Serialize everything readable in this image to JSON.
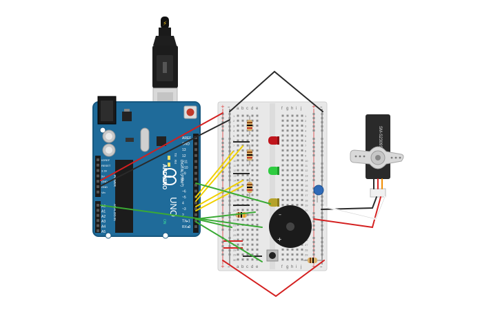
{
  "arduino": {
    "logo": "ARDUINO",
    "model": "UNO",
    "digital_label": "DIGITAL (PWM~)",
    "power_label": "POWER",
    "analog_label": "ANALOG IN",
    "on_label": "ON",
    "tx_label": "TX",
    "rx_label": "RX",
    "usb_bolt": "⚡",
    "digital_pins": [
      "AREF",
      "GND",
      "13",
      "12",
      "~11",
      "~10",
      "~9",
      "8",
      "7",
      "~6",
      "~5",
      "4",
      "~3",
      "2",
      "TX▸1",
      "RX◂0"
    ],
    "power_pins": [
      "IOREF",
      "RESET",
      "3.3V",
      "5V",
      "GND",
      "GND",
      "Vin"
    ],
    "analog_pins": [
      "A0",
      "A1",
      "A2",
      "A3",
      "A4",
      "A5"
    ]
  },
  "breadboard": {
    "left_cols": [
      "a",
      "b",
      "c",
      "d",
      "e"
    ],
    "right_cols": [
      "f",
      "g",
      "h",
      "i",
      "j"
    ],
    "plus": "+",
    "minus": "–",
    "row_numbers": [
      "1",
      "2",
      "3",
      "4",
      "5",
      "6",
      "7",
      "8",
      "9",
      "10",
      "11",
      "12",
      "13",
      "14",
      "15",
      "16",
      "17",
      "18",
      "19",
      "20",
      "21",
      "22",
      "23",
      "24",
      "25",
      "26",
      "27",
      "28",
      "29",
      "30"
    ]
  },
  "servo": {
    "label": "SM-S2309S"
  },
  "colors": {
    "board": "#1f6b9a",
    "board_edge": "#17577f",
    "wire_red": "#d42020",
    "wire_black": "#2a2a2a",
    "wire_yellow": "#f0d000",
    "wire_green": "#3aaa35",
    "led_red": "#c0151c",
    "led_green": "#2ecc40",
    "led_yellow": "#b5a22a",
    "breadboard": "#e8e8e8"
  }
}
